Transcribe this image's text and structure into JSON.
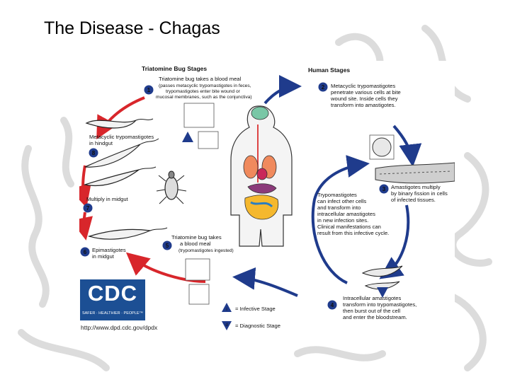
{
  "slide": {
    "title": "The Disease - Chagas"
  },
  "diagram": {
    "bug_header": "Triatomine Bug Stages",
    "human_header": "Human Stages",
    "steps": [
      {
        "num": "1",
        "lines": [
          "Triatomine bug takes a blood meal",
          "(passes metacyclic trypomastigotes in feces,",
          "trypomastigotes enter bite wound or",
          "mucosal membranes, such as the conjunctiva)"
        ]
      },
      {
        "num": "2",
        "lines": [
          "Metacyclic trypomastigotes",
          "penetrate various cells at bite",
          "wound site. Inside cells they",
          "transform into amastigotes."
        ]
      },
      {
        "num": "3",
        "lines": [
          "Amastigotes multiply",
          "by binary fission in cells",
          "of infected tissues."
        ]
      },
      {
        "num": "4",
        "lines": [
          "Intracellular amastigotes",
          "transform into trypomastigotes,",
          "then burst out of the cell",
          "and enter the bloodstream."
        ]
      },
      {
        "num": "5",
        "lines": [
          "Triatomine bug takes",
          "a blood meal",
          "(trypomastigotes ingested)"
        ]
      },
      {
        "num": "6",
        "lines": [
          "Epimastigotes",
          "in midgut"
        ]
      },
      {
        "num": "7",
        "lines": [
          "Multiply in midgut"
        ]
      },
      {
        "num": "8",
        "lines": [
          "Metacyclic trypomastigotes",
          "in hindgut"
        ]
      }
    ],
    "center_note": [
      "Trypomastigotes",
      "can infect other cells",
      "and transform into",
      "intracellular amastigotes",
      "in new infection sites.",
      "Clinical manifestations can",
      "result from this infective cycle."
    ],
    "legend": {
      "infective_symbol": "i",
      "infective_label": "= Infective Stage",
      "diagnostic_symbol": "d",
      "diagnostic_label": "= Diagnostic Stage"
    },
    "colors": {
      "bug_arrows": "#d8262b",
      "human_arrows": "#1f3b8c",
      "step_circle": "#1f3b8c",
      "cdc_blue": "#1c4f94"
    }
  },
  "cdc": {
    "logo_text": "CDC",
    "tagline": "SAFER · HEALTHIER · PEOPLE™",
    "url": "http://www.dpd.cdc.gov/dpdx"
  }
}
